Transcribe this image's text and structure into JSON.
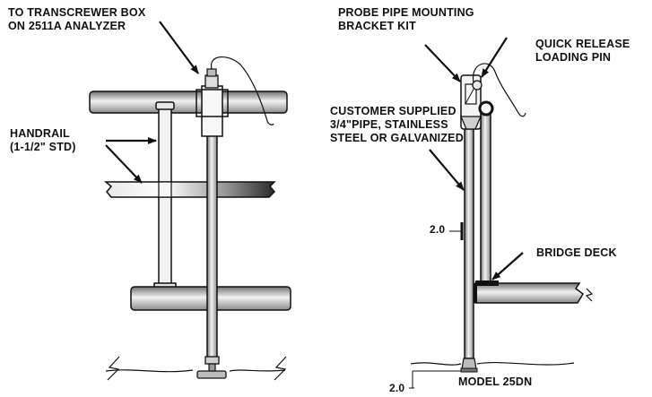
{
  "labels": {
    "transcrewer": [
      "TO TRANSCREWER BOX",
      "ON 2511A ANALYZER"
    ],
    "handrail": [
      "HANDRAIL",
      "(1-1/2\" STD)"
    ],
    "probe_bracket": [
      "PROBE PIPE MOUNTING",
      "BRACKET KIT"
    ],
    "quick_release": [
      "QUICK RELEASE",
      "LOADING PIN"
    ],
    "customer_pipe": [
      "CUSTOMER SUPPLIED",
      "3/4\"PIPE, STAINLESS",
      "STEEL OR GALVANIZED"
    ],
    "bridge_deck": "BRIDGE DECK",
    "dim_upper": "2.0",
    "dim_lower": "2.0",
    "model": "MODEL 25DN"
  },
  "colors": {
    "line": "#111111",
    "pipe_dark": "#6b6b6b",
    "pipe_mid": "#bdbdbd",
    "pipe_light": "#f4f4f4"
  }
}
